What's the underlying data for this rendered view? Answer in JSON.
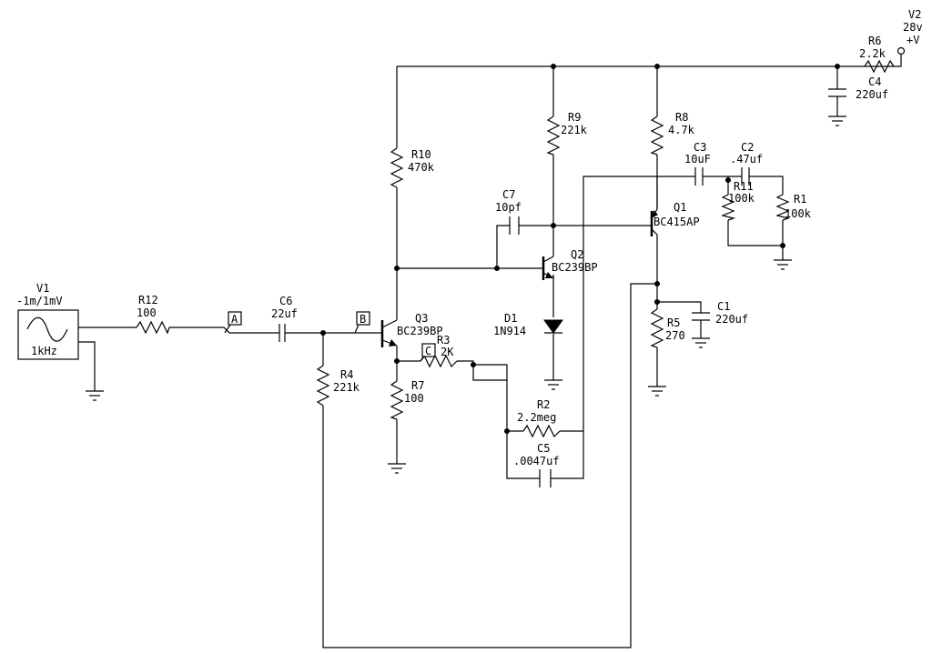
{
  "components": {
    "V1": {
      "ref": "V1",
      "value": "-1m/1mV",
      "freq": "1kHz"
    },
    "V2": {
      "ref": "V2",
      "value": "28v",
      "symbol": "+V"
    },
    "R1": {
      "ref": "R1",
      "value": "100k"
    },
    "R2": {
      "ref": "R2",
      "value": "2.2meg"
    },
    "R3": {
      "ref": "R3",
      "value": "2K"
    },
    "R4": {
      "ref": "R4",
      "value": "221k"
    },
    "R5": {
      "ref": "R5",
      "value": "270"
    },
    "R6": {
      "ref": "R6",
      "value": "2.2k"
    },
    "R7": {
      "ref": "R7",
      "value": "100"
    },
    "R8": {
      "ref": "R8",
      "value": "4.7k"
    },
    "R9": {
      "ref": "R9",
      "value": "221k"
    },
    "R10": {
      "ref": "R10",
      "value": "470k"
    },
    "R11": {
      "ref": "R11",
      "value": "100k"
    },
    "R12": {
      "ref": "R12",
      "value": "100"
    },
    "C1": {
      "ref": "C1",
      "value": "220uf"
    },
    "C2": {
      "ref": "C2",
      "value": ".47uf"
    },
    "C3": {
      "ref": "C3",
      "value": "10uF"
    },
    "C4": {
      "ref": "C4",
      "value": "220uf"
    },
    "C5": {
      "ref": "C5",
      "value": ".0047uf"
    },
    "C6": {
      "ref": "C6",
      "value": "22uf"
    },
    "C7": {
      "ref": "C7",
      "value": "10pf"
    },
    "D1": {
      "ref": "D1",
      "value": "1N914"
    },
    "Q1": {
      "ref": "Q1",
      "value": "BC415AP"
    },
    "Q2": {
      "ref": "Q2",
      "value": "BC239BP"
    },
    "Q3": {
      "ref": "Q3",
      "value": "BC239BP"
    }
  },
  "probes": {
    "A": "A",
    "B": "B",
    "C": "C"
  }
}
